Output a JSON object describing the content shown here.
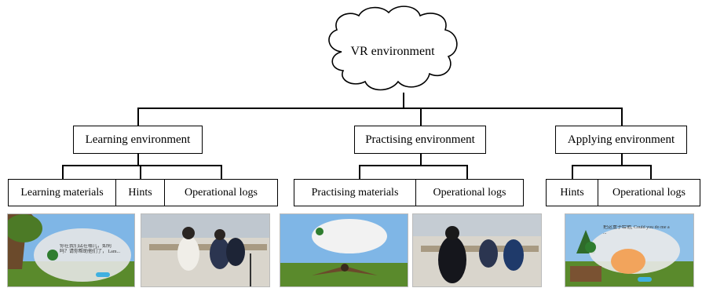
{
  "root": {
    "label": "VR environment"
  },
  "environments": [
    {
      "label": "Learning environment",
      "children": [
        "Learning materials",
        "Hints",
        "Operational logs"
      ]
    },
    {
      "label": "Practising environment",
      "children": [
        "Practising materials",
        "Operational logs"
      ]
    },
    {
      "label": "Applying environment",
      "children": [
        "Hints",
        "Operational logs"
      ]
    }
  ],
  "screenshots": {
    "learning_bubble_text": "你在我们店在哪儿，如何 吗？请你帮助他们了， Lam...",
    "applying_bubble_text": "把这盒子给他, Could you do me a ..."
  },
  "colors": {
    "stroke": "#000000",
    "sky": "#7fb6e6",
    "grass": "#5a8a2c",
    "room": "#d9d5cc"
  }
}
